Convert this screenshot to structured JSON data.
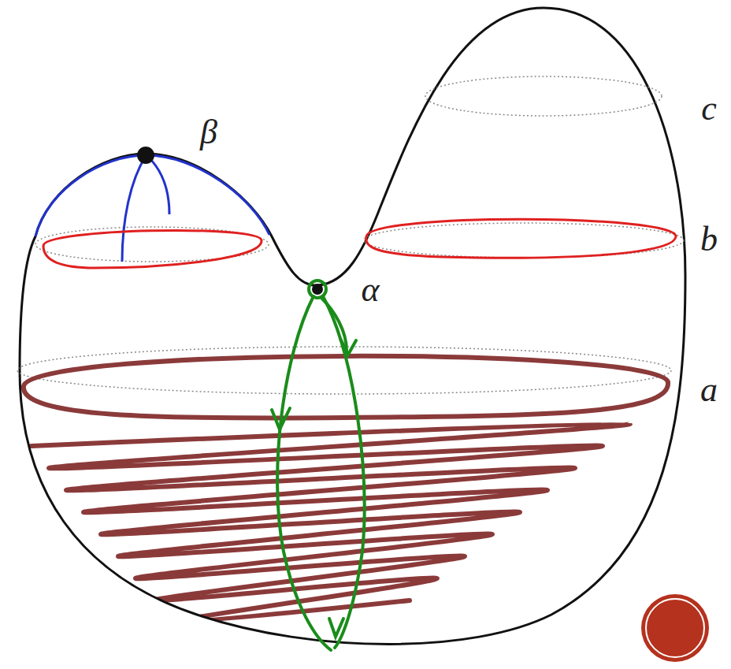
{
  "diagram": {
    "labels": [
      "β",
      "α",
      "c",
      "b",
      "a"
    ]
  }
}
